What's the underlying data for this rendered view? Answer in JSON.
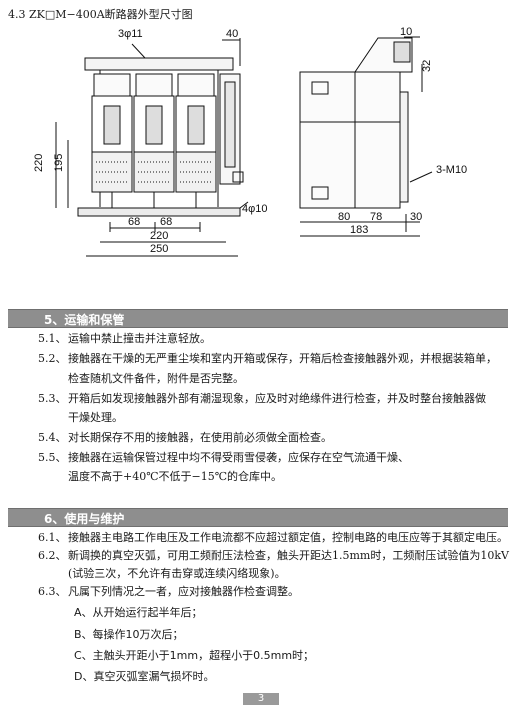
{
  "figure": {
    "title": "4.3 ZK□M−400A断路器外型尺寸图",
    "dims": {
      "holes_3": "3φ11",
      "w40": "40",
      "h220": "220",
      "h195": "195",
      "w68a": "68",
      "w68b": "68",
      "w220": "220",
      "w250": "250",
      "hole_4": "4φ10",
      "w10": "10",
      "h32": "32",
      "m10": "3-M10",
      "w80": "80",
      "w78": "78",
      "w30": "30",
      "w183": "183"
    }
  },
  "section5": {
    "title": "5、运输和保管",
    "items": [
      {
        "num": "5.1、",
        "text": "运输中禁止撞击并注意轻放。"
      },
      {
        "num": "5.2、",
        "text": "接触器在干燥的无严重尘埃和室内开箱或保存，开箱后检查接触器外观，并根据装箱单，",
        "cont": "检查随机文件备件，附件是否完整。"
      },
      {
        "num": "5.3、",
        "text": "开箱后如发现接触器外部有潮湿现象，应及时对绝缘件进行检查，并及时整台接触器做",
        "cont": "干燥处理。"
      },
      {
        "num": "5.4、",
        "text": "对长期保存不用的接触器，在使用前必须做全面检查。"
      },
      {
        "num": "5.5、",
        "text": "接触器在运输保管过程中均不得受雨雪侵袭，应保存在空气流通干燥、",
        "cont": "温度不高于+40℃不低于−15℃的仓库中。"
      }
    ]
  },
  "section6": {
    "title": "6、使用与维护",
    "items": [
      {
        "num": "6.1、",
        "text": "接触器主电路工作电压及工作电流都不应超过额定值，控制电路的电压应等于其额定电压。"
      },
      {
        "num": "6.2、",
        "text": "新调换的真空灭弧，可用工频耐压法检查，触头开距达1.5mm时，工频耐压试验值为10kV",
        "cont": "(试验三次，不允许有击穿或连续闪络现象)。"
      },
      {
        "num": "6.3、",
        "text": "凡属下列情况之一者，应对接触器作检查调整。"
      }
    ],
    "subitems": [
      "A、从开始运行起半年后；",
      "B、每操作10万次后；",
      "C、主触头开距小于1mm，超程小于0.5mm时；",
      "D、真空灭弧室漏气损坏时。"
    ]
  },
  "page_number": "3"
}
